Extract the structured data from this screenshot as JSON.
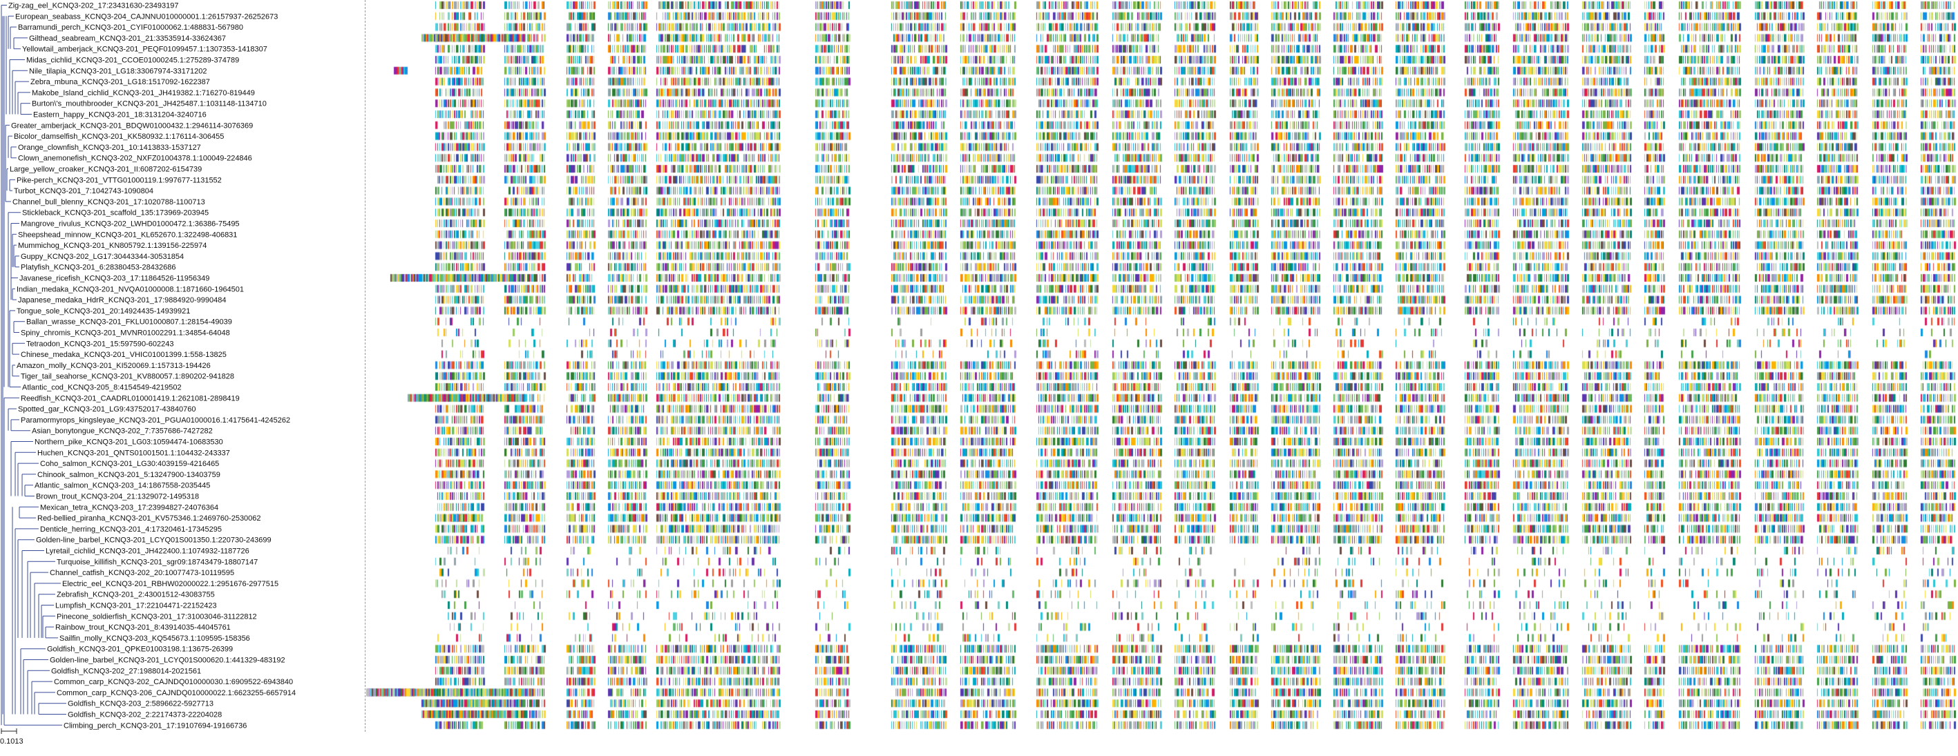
{
  "tree": {
    "scale_label": "0.1013",
    "leaves": [
      "Zig-zag_eel_KCNQ3-202_17:23431630-23493197",
      "European_seabass_KCNQ3-204_CAJNNU010000001.1:26157937-26252673",
      "Barramundi_perch_KCNQ3-201_CYIF01000062.1:488831-567980",
      "Gilthead_seabream_KCNQ3-201_21:33535914-33624367",
      "Yellowtail_amberjack_KCNQ3-201_PEQF01099457.1:1307353-1418307",
      "Midas_cichlid_KCNQ3-201_CCOE01000245.1:275289-374789",
      "Nile_tilapia_KCNQ3-201_LG18:33067974-33171202",
      "Zebra_mbuna_KCNQ3-201_LG18:1517092-1622387",
      "Makobe_Island_cichlid_KCNQ3-201_JH419382.1:716270-819449",
      "Burton\\'s_mouthbrooder_KCNQ3-201_JH425487.1:1031148-1134710",
      "Eastern_happy_KCNQ3-201_18:3131204-3240716",
      "Greater_amberjack_KCNQ3-201_BDQW01000432.1:2946114-3076369",
      "Bicolor_damselfish_KCNQ3-201_KK580932.1:176114-306455",
      "Orange_clownfish_KCNQ3-201_10:1413833-1537127",
      "Clown_anemonefish_KCNQ3-202_NXFZ01004378.1:100049-224846",
      "Large_yellow_croaker_KCNQ3-201_II:6087202-6154739",
      "Pike-perch_KCNQ3-201_VTTG01000119.1:997677-1131552",
      "Turbot_KCNQ3-201_7:1042743-1090804",
      "Channel_bull_blenny_KCNQ3-201_17:1020788-1100713",
      "Stickleback_KCNQ3-201_scaffold_135:173969-203945",
      "Mangrove_rivulus_KCNQ3-202_LWHD01000472.1:36386-75495",
      "Sheepshead_minnow_KCNQ3-201_KL652670.1:322498-406831",
      "Mummichog_KCNQ3-201_KN805792.1:139156-225974",
      "Guppy_KCNQ3-202_LG17:30443344-30531854",
      "Platyfish_KCNQ3-201_6:28380453-28432686",
      "Javanese_ricefish_KCNQ3-203_17:11864526-11956349",
      "Indian_medaka_KCNQ3-201_NVQA01000008.1:1871660-1964501",
      "Japanese_medaka_HdrR_KCNQ3-201_17:9884920-9990484",
      "Tongue_sole_KCNQ3-201_20:14924435-14939921",
      "Ballan_wrasse_KCNQ3-201_FKLU01000807.1:28154-49039",
      "Spiny_chromis_KCNQ3-201_MVNR01002291.1:34854-64048",
      "Tetraodon_KCNQ3-201_15:597590-602243",
      "Chinese_medaka_KCNQ3-201_VHIC01001399.1:558-13825",
      "Amazon_molly_KCNQ3-201_KI520069.1:157313-194426",
      "Tiger_tail_seahorse_KCNQ3-201_KV880057.1:890202-941828",
      "Atlantic_cod_KCNQ3-205_8:4154549-4219502",
      "Reedfish_KCNQ3-201_CAADRL010001419.1:2621081-2898419",
      "Spotted_gar_KCNQ3-201_LG9:43752017-43840760",
      "Paramormyrops_kingsleyae_KCNQ3-201_PGUA01000016.1:4175641-4245262",
      "Asian_bonytongue_KCNQ3-202_7:7357686-7427282",
      "Northern_pike_KCNQ3-201_LG03:10594474-10683530",
      "Huchen_KCNQ3-201_QNTS01001501.1:104432-243337",
      "Coho_salmon_KCNQ3-201_LG30:4039159-4216465",
      "Chinook_salmon_KCNQ3-201_5:13247900-13403759",
      "Atlantic_salmon_KCNQ3-203_14:1867558-2035445",
      "Brown_trout_KCNQ3-204_21:1329072-1495318",
      "Mexican_tetra_KCNQ3-203_17:23994827-24076364",
      "Red-bellied_piranha_KCNQ3-201_KV575346.1:2469760-2530062",
      "Denticle_herring_KCNQ3-201_4:17320461-17345295",
      "Golden-line_barbel_KCNQ3-201_LCYQ01S001350.1:220730-243699",
      "Lyretail_cichlid_KCNQ3-201_JH422400.1:1074932-1187726",
      "Turquoise_killifish_KCNQ3-201_sgr09:18743479-18807147",
      "Channel_catfish_KCNQ3-202_20:10077473-10119595",
      "Electric_eel_KCNQ3-201_RBHW02000022.1:2951676-2977515",
      "Zebrafish_KCNQ3-201_2:43001512-43083755",
      "Lumpfish_KCNQ3-201_17:22104471-22152423",
      "Pinecone_soldierfish_KCNQ3-201_17:31003046-31122812",
      "Rainbow_trout_KCNQ3-201_8:43914035-44045761",
      "Sailfin_molly_KCNQ3-203_KQ545673.1:109595-158356",
      "Goldfish_KCNQ3-201_QPKE01003198.1:13675-26399",
      "Golden-line_barbel_KCNQ3-201_LCYQ01S000620.1:441329-483192",
      "Goldfish_KCNQ3-202_27:1988014-2021561",
      "Common_carp_KCNQ3-202_CAJNDQ010000030.1:6909522-6943840",
      "Common_carp_KCNQ3-206_CAJNDQ010000022.1:6623255-6657914",
      "Goldfish_KCNQ3-203_2:5896622-5927713",
      "Goldfish_KCNQ3-202_2:22174373-22204028",
      "Climbing_perch_KCNQ3-201_17:19107694-19166736"
    ]
  },
  "alignment": {
    "palette": [
      "#2e7d32",
      "#43a047",
      "#66bb6a",
      "#7cb342",
      "#9ccc65",
      "#d4e157",
      "#fdd835",
      "#ffb300",
      "#fb8c00",
      "#f4511e",
      "#e53935",
      "#d81b60",
      "#8e24aa",
      "#5e35b1",
      "#3949ab",
      "#1e88e5",
      "#039be5",
      "#00acc1",
      "#26c6da",
      "#00897b",
      "#80cbc4",
      "#9e9e9e",
      "#bdbdbd",
      "#6d4c41",
      "#90a4ae",
      "#c5e1a5",
      "#b39ddb",
      "#4dd0e1"
    ]
  }
}
